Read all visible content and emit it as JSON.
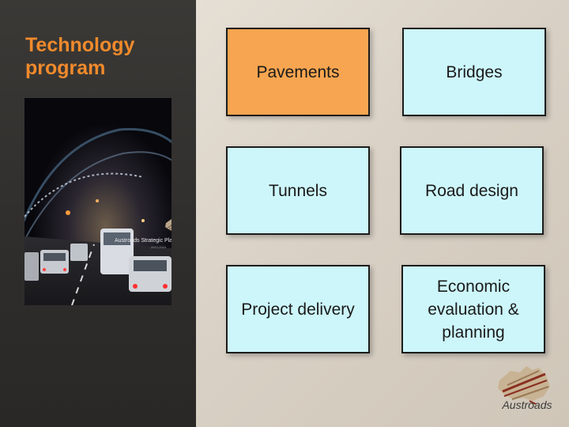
{
  "slide": {
    "title": "Technology program",
    "cover": {
      "heading": "Austroads Strategic Plan",
      "subheading": "2012-2016"
    }
  },
  "program_boxes": [
    {
      "label": "Pavements",
      "highlighted": true
    },
    {
      "label": "Bridges",
      "highlighted": false
    },
    {
      "label": "Tunnels",
      "highlighted": false
    },
    {
      "label": "Road design",
      "highlighted": false
    },
    {
      "label": "Project delivery",
      "highlighted": false
    },
    {
      "label": "Economic evaluation & planning",
      "highlighted": false
    }
  ],
  "logo": {
    "wordmark": "Austroads"
  },
  "colors": {
    "title_orange": "#f08a2c",
    "highlight_box": "#f7a550",
    "box_fill": "#cdf6fa",
    "sidebar": "#33312e"
  }
}
